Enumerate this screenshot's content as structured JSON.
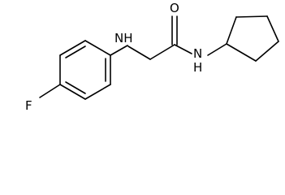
{
  "molecule": {
    "atoms": {
      "fluorine": "F",
      "amine_nh": "NH",
      "carbonyl_o": "O",
      "amide_n": "N",
      "amide_h": "H"
    },
    "colors": {
      "bond": "#000000",
      "label": "#000000",
      "background": "#ffffff"
    }
  }
}
